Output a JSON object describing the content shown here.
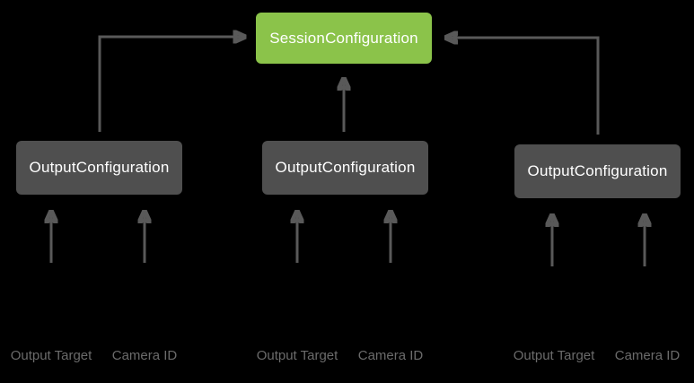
{
  "colors": {
    "background": "#000000",
    "session_green": "#8BC34A",
    "box_gray": "#4F4F4F",
    "arrow_gray": "#595959",
    "label_gray": "#6B6B6B",
    "box_text": "#FFFFFF"
  },
  "diagram": {
    "session_box": {
      "label": "SessionConfiguration"
    },
    "output_boxes": [
      {
        "label": "OutputConfiguration"
      },
      {
        "label": "OutputConfiguration"
      },
      {
        "label": "OutputConfiguration"
      }
    ],
    "input_labels": [
      {
        "text": "Output Target"
      },
      {
        "text": "Camera ID"
      },
      {
        "text": "Output Target"
      },
      {
        "text": "Camera ID"
      },
      {
        "text": "Output Target"
      },
      {
        "text": "Camera ID"
      }
    ]
  }
}
